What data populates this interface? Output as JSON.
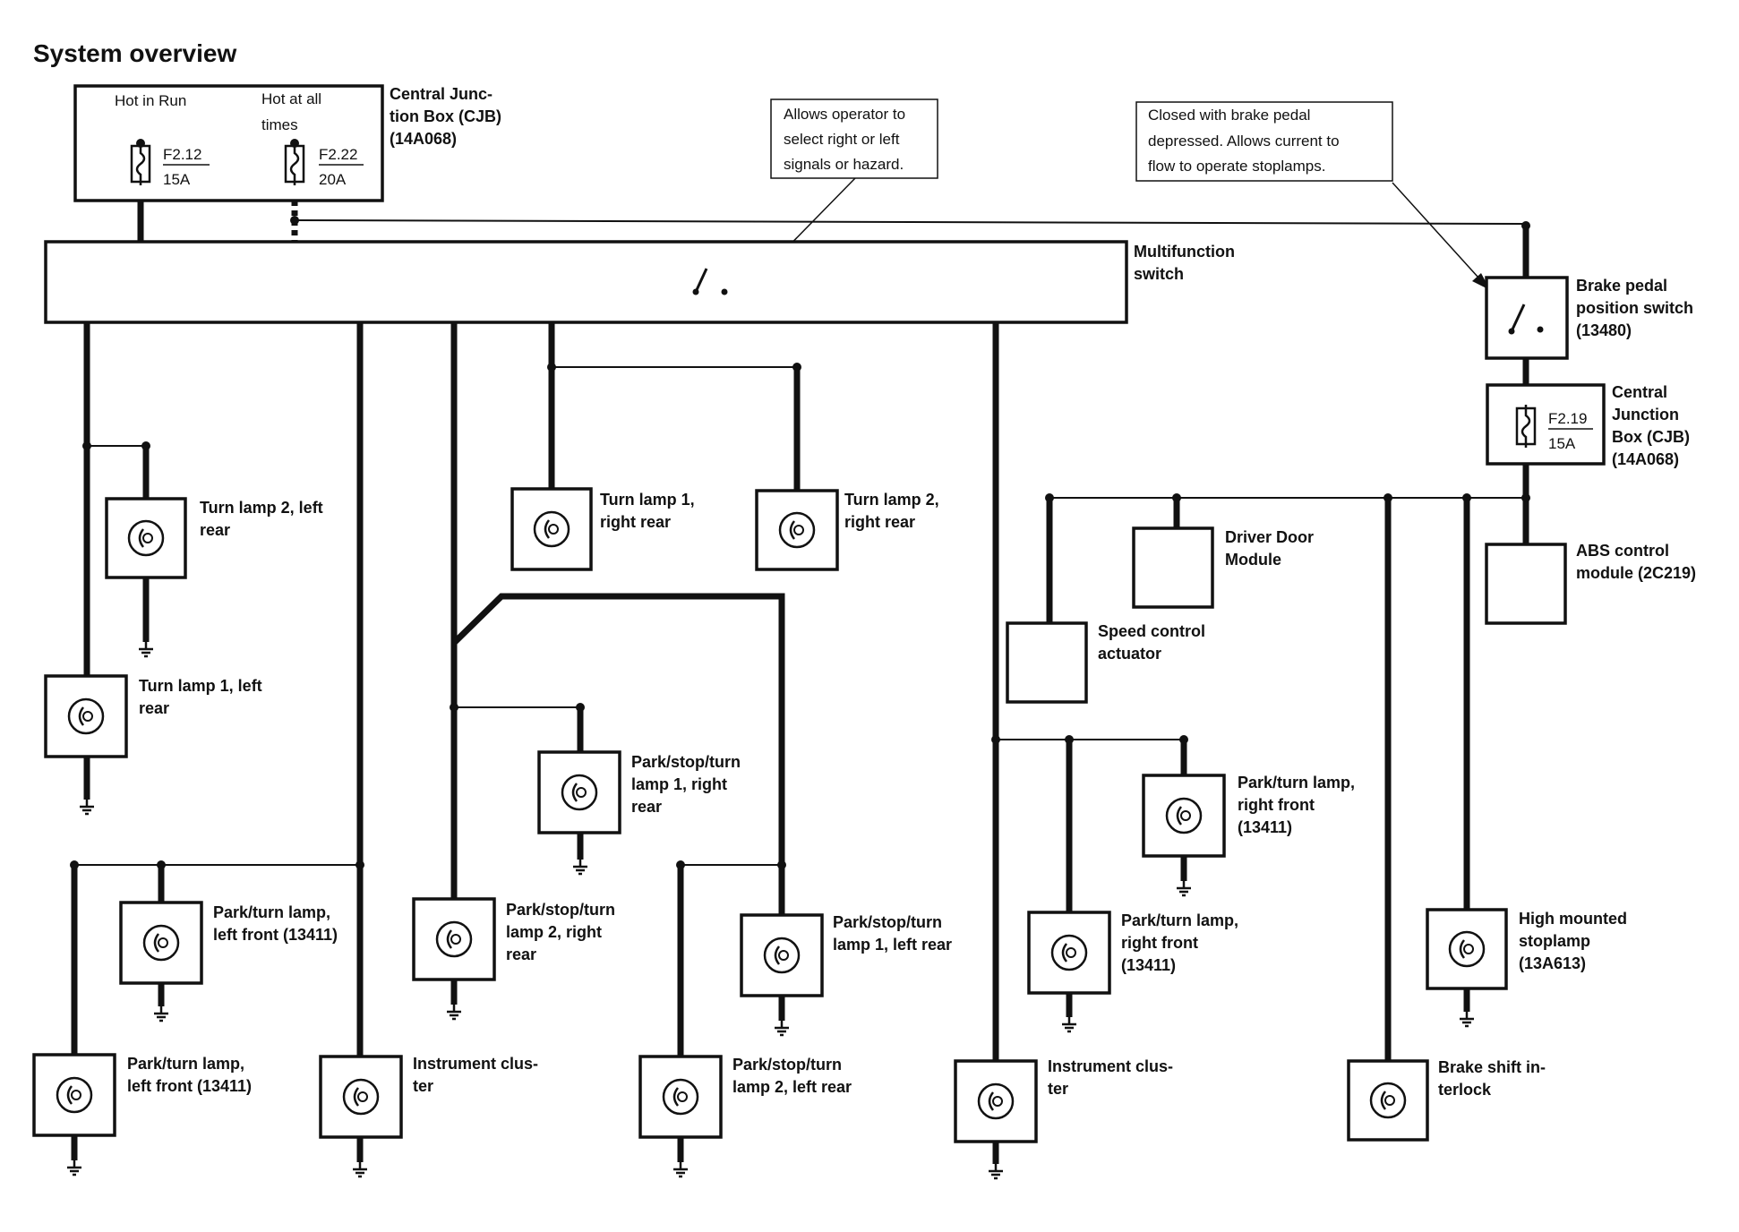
{
  "title": "System overview",
  "cjb_top": {
    "label": [
      "Central Junc-",
      "tion Box (CJB)",
      "(14A068)"
    ],
    "hot_in_run": "Hot in Run",
    "hot_at_all_times": [
      "Hot at all",
      "times"
    ],
    "fuse1": {
      "id": "F2.12",
      "rating": "15A"
    },
    "fuse2": {
      "id": "F2.22",
      "rating": "20A"
    }
  },
  "callouts": {
    "multifunction": [
      "Allows operator to",
      "select right or left",
      "signals or hazard."
    ],
    "brake": [
      "Closed with brake pedal",
      "depressed.  Allows current to",
      "flow to operate stoplamps."
    ]
  },
  "multifunction_switch": [
    "Multifunction",
    "switch"
  ],
  "brake_switch": [
    "Brake pedal",
    "position switch",
    "(13480)"
  ],
  "cjb_right": {
    "label": [
      "Central",
      "Junction",
      "Box (CJB)",
      "(14A068)"
    ],
    "fuse": {
      "id": "F2.19",
      "rating": "15A"
    }
  },
  "components": {
    "turn2_lr": [
      "Turn lamp 2, left",
      "rear"
    ],
    "turn1_lr": [
      "Turn lamp 1, left",
      "rear"
    ],
    "turn1_rr": [
      "Turn lamp 1,",
      "right rear"
    ],
    "turn2_rr": [
      "Turn lamp 2,",
      "right rear"
    ],
    "pst1_rr": [
      "Park/stop/turn",
      "lamp 1, right",
      "rear"
    ],
    "pst2_rr": [
      "Park/stop/turn",
      "lamp 2, right",
      "rear"
    ],
    "pst1_lr": [
      "Park/stop/turn",
      "lamp 1, left rear"
    ],
    "pst2_lr": [
      "Park/stop/turn",
      "lamp 2, left rear"
    ],
    "pt_lf_a": [
      "Park/turn lamp,",
      "left front (13411)"
    ],
    "pt_lf_b": [
      "Park/turn lamp,",
      "left front (13411)"
    ],
    "ic_a": [
      "Instrument clus-",
      "ter"
    ],
    "ic_b": [
      "Instrument clus-",
      "ter"
    ],
    "pt_rf_a": [
      "Park/turn lamp,",
      "right front",
      "(13411)"
    ],
    "pt_rf_b": [
      "Park/turn lamp,",
      "right front",
      "(13411)"
    ],
    "speed_ctrl": [
      "Speed control",
      "actuator"
    ],
    "ddm": [
      "Driver Door",
      "Module"
    ],
    "abs": [
      "ABS control",
      "module (2C219)"
    ],
    "hmsl": [
      "High mounted",
      "stoplamp",
      "(13A613)"
    ],
    "bsi": [
      "Brake shift in-",
      "terlock"
    ]
  }
}
